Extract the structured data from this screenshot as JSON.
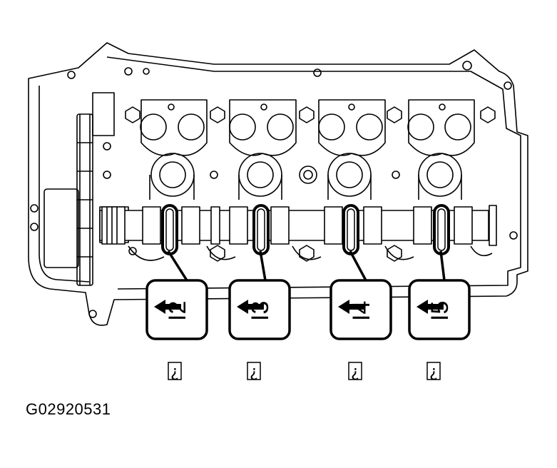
{
  "figure_id": "G02920531",
  "callouts": [
    {
      "label": "I2"
    },
    {
      "label": "I3"
    },
    {
      "label": "I4"
    },
    {
      "label": "I5"
    }
  ],
  "marks": [
    {
      "symbol": "¿"
    },
    {
      "symbol": "¿"
    },
    {
      "symbol": "¿"
    },
    {
      "symbol": "¿"
    }
  ],
  "colors": {
    "line": "#000000",
    "background": "#ffffff"
  }
}
